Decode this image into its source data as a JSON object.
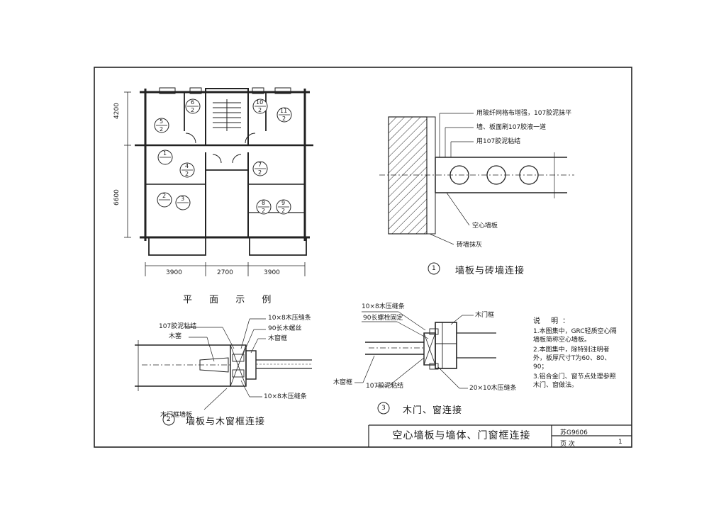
{
  "plan": {
    "caption": "平 面 示 例",
    "dims_v": [
      "4200",
      "6600"
    ],
    "dims_h": [
      "3900",
      "2700",
      "3900"
    ],
    "rooms": [
      {
        "n": "6",
        "d": "2"
      },
      {
        "n": "5",
        "d": "2"
      },
      {
        "n": "10",
        "d": "2"
      },
      {
        "n": "11",
        "d": "2"
      },
      {
        "n": "1",
        "d": ""
      },
      {
        "n": "4",
        "d": "2"
      },
      {
        "n": "7",
        "d": "2"
      },
      {
        "n": "2",
        "d": ""
      },
      {
        "n": "3",
        "d": ""
      },
      {
        "n": "8",
        "d": "2"
      },
      {
        "n": "9",
        "d": "2"
      }
    ]
  },
  "detail1": {
    "num": "1",
    "title": "墙板与砖墙连接",
    "labels": [
      "用玻纤网格布增强，107胶泥抹平",
      "墙、板面刷107胶液一道",
      "用107胶泥粘结",
      "空心墙板",
      "砖墙抹灰"
    ]
  },
  "detail2": {
    "num": "2",
    "title": "墙板与木窗框连接",
    "labels": [
      "107胶泥粘结",
      "木塞",
      "10×8木压缝条",
      "90长木螺丝",
      "木窗框",
      "木门框墙板",
      "10×8木压缝条"
    ]
  },
  "detail3": {
    "num": "3",
    "title": "木门、窗连接",
    "labels": [
      "10×8木压缝条",
      "90长螺栓固定",
      "木门框",
      "木窗框",
      "107胶泥粘结",
      "20×10木压缝条"
    ]
  },
  "notes": {
    "title": "说 明：",
    "items": [
      "1.本图集中，GRC轻质空心隔墙板简称空心墙板。",
      "2.本图集中，除特别注明者外，板厚尺寸T为60、80、90；",
      "3.铝合金门、窗节点处理参照木门、窗做法。"
    ]
  },
  "title_block": {
    "title": "空心墙板与墙体、门窗框连接",
    "code": "苏G9606",
    "page_label": "页  次",
    "page_value": "1"
  }
}
